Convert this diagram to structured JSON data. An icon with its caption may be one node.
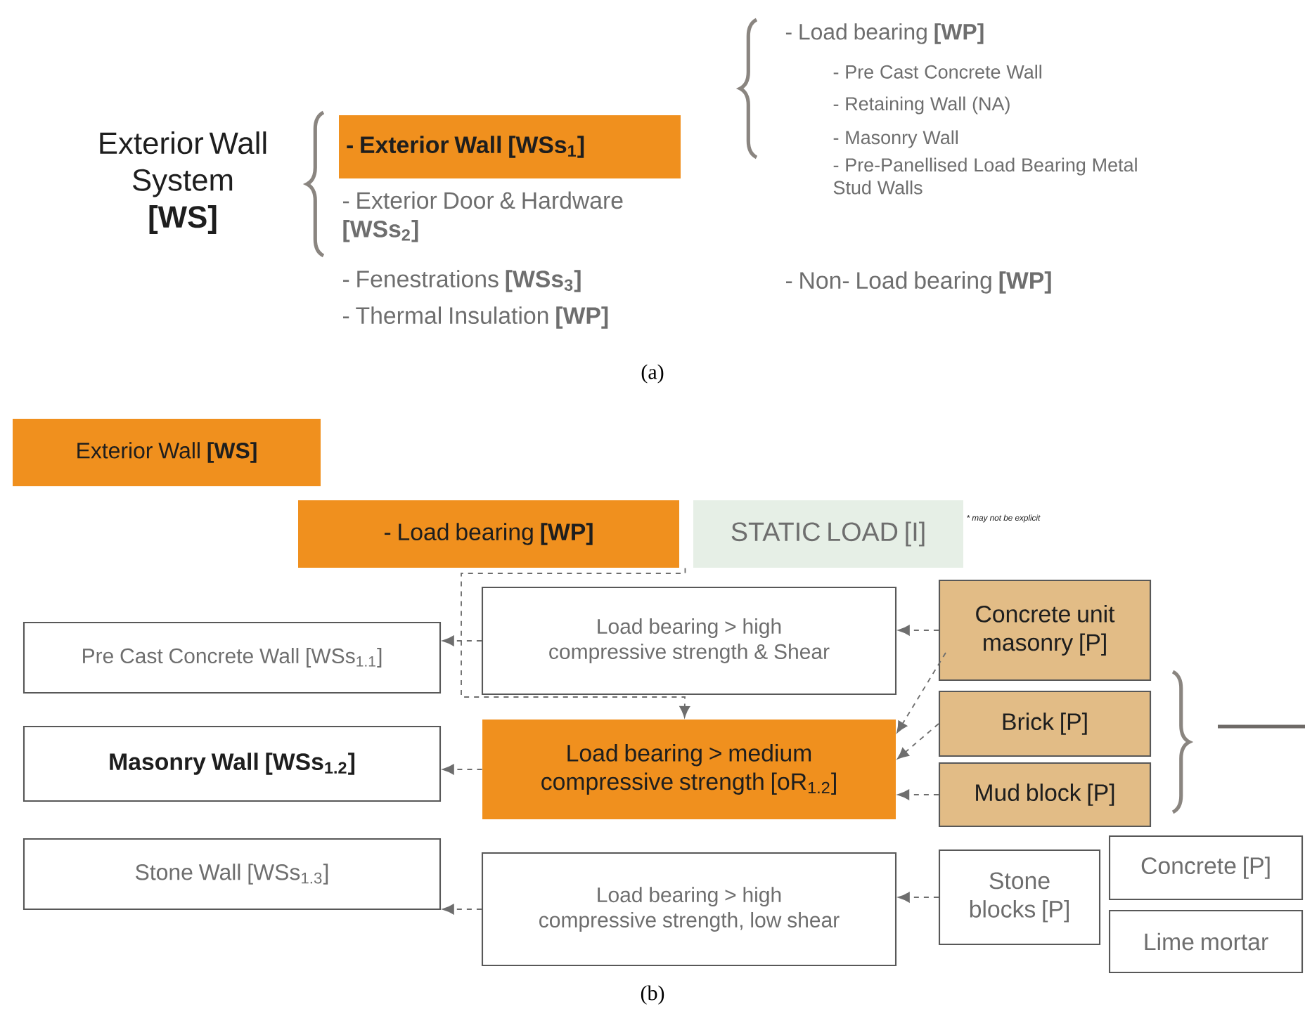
{
  "diagram": {
    "nodes": [
      {
        "text": [
          "- Exterior Wall [WSs$_{1}$]"
        ]
      },
      {
        "text": [
          "Exterior Wall **[WS]**"
        ]
      },
      {
        "text": [
          "- Load bearing **[WP]**"
        ]
      },
      {
        "text": [
          "STATIC LOAD [I]"
        ],
        "beside": [
          "* may not be explicit"
        ]
      },
      {
        "text": [
          "Load bearing > high compressive strength & Shear"
        ]
      },
      {
        "text": [
          "Pre Cast Concrete Wall [WSs$_{1.1}$]"
        ]
      },
      {
        "text": [
          "Concrete unit masonry [P]"
        ]
      },
      {
        "text": [
          "Brick [P]"
        ]
      },
      {
        "text": [
          "Masonry Wall [WSs$_{1.2}$]"
        ]
      },
      {
        "text": [
          "Load bearing > medium compressive strength [oR$_{1.2}$]"
        ]
      },
      {
        "text": [
          "Mud block [P]"
        ]
      },
      {
        "text": [
          "Stone Wall [WSs$_{1.3}$]"
        ]
      },
      {
        "text": [
          "Load bearing > high compressive strength, low shear"
        ]
      },
      {
        "text": [
          "Stone blocks [P]"
        ]
      },
      {
        "text": [
          "Concrete [P]"
        ]
      },
      {
        "text": [
          "Lime mortar"
        ]
      }
    ],
    "edges": [
      {
        "from": 4,
        "to": 5,
        "arrow": "to",
        "style": "dashed"
      },
      {
        "from": 6,
        "to": 4,
        "arrow": "to",
        "style": "dashed"
      },
      {
        "from": 2,
        "to": 9,
        "arrow": "to",
        "style": "dashed"
      },
      {
        "from": 6,
        "to": 9,
        "arrow": "to",
        "style": "dashed"
      },
      {
        "from": 7,
        "to": 9,
        "arrow": "to",
        "style": "dashed"
      },
      {
        "from": 10,
        "to": 9,
        "arrow": "to",
        "style": "dashed"
      },
      {
        "from": 9,
        "to": 8,
        "arrow": "to",
        "style": "dashed"
      },
      {
        "from": 12,
        "to": 11,
        "arrow": "to",
        "style": "dashed"
      },
      {
        "from": 13,
        "to": 12,
        "arrow": "to",
        "style": "dashed"
      }
    ],
    "labels": [
      "- Load bearing **[WP]**",
      "- Pre Cast Concrete Wall",
      "- Retaining Wall (NA)",
      "Exterior Wall System **[WS]**",
      "- Masonry Wall",
      "- Pre-Panellised Load Bearing Metal Stud Walls",
      "- Exterior Door & Hardware **[WSs$_{2}$]**",
      "- Fenestrations **[WSs$_{3}$]**",
      "- Non- Load bearing **[WP]**",
      "- Thermal Insulation **[WP]**",
      "(a)",
      "(b)"
    ]
  }
}
